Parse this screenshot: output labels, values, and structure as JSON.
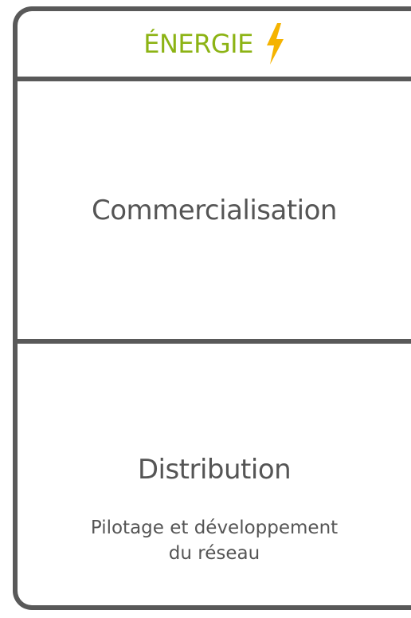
{
  "header": {
    "title": "ÉNERGIE",
    "icon": "lightning-bolt-icon",
    "title_color": "#8cb314",
    "icon_color": "#f5b300"
  },
  "sections": {
    "commercialisation": {
      "title": "Commercialisation"
    },
    "distribution": {
      "title": "Distribution",
      "subtitle_line1": "Pilotage et développement",
      "subtitle_line2": "du réseau"
    }
  },
  "colors": {
    "border": "#595959",
    "text": "#555555"
  }
}
